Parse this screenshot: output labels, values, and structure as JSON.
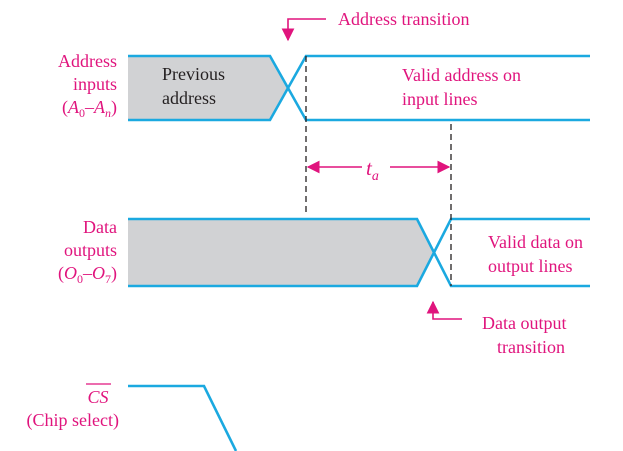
{
  "colors": {
    "signal": "#1ba9e0",
    "annotation": "#e0147d",
    "text": "#231f20",
    "fill": "#d1d2d4"
  },
  "address_signal": {
    "label_line1": "Address",
    "label_line2": "inputs",
    "label_line3_open": "(",
    "label_line3_a": "A",
    "label_line3_sub0": "0",
    "label_line3_dash": "–",
    "label_line3_an": "A",
    "label_line3_subn": "n",
    "label_line3_close": ")",
    "previous_line1": "Previous",
    "previous_line2": "address",
    "valid_line1": "Valid address on",
    "valid_line2": "input lines"
  },
  "data_signal": {
    "label_line1": "Data",
    "label_line2": "outputs",
    "label_line3_open": "(",
    "label_line3_o": "O",
    "label_line3_sub0": "0",
    "label_line3_dash": "–",
    "label_line3_o7": "O",
    "label_line3_sub7": "7",
    "label_line3_close": ")",
    "valid_line1": "Valid data on",
    "valid_line2": "output lines"
  },
  "cs_signal": {
    "label_line1": "CS",
    "label_line2": "(Chip select)"
  },
  "annotations": {
    "address_transition": "Address transition",
    "data_transition_line1": "Data output",
    "data_transition_line2": "transition",
    "access_time": "t",
    "access_time_sub": "a"
  }
}
